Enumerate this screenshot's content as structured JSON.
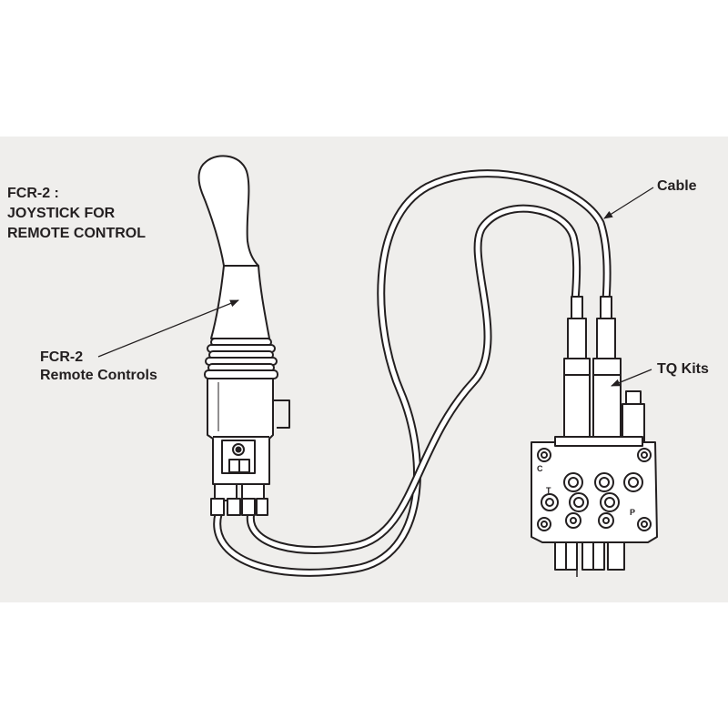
{
  "title": {
    "line1": "FCR-2 :",
    "line2": "JOYSTICK FOR",
    "line3": "REMOTE CONTROL"
  },
  "labels": {
    "remote_line1": "FCR-2",
    "remote_line2": "Remote Controls",
    "cable": "Cable",
    "tq_kits": "TQ Kits"
  },
  "port_letters": {
    "c": "C",
    "t": "T",
    "p": "P"
  },
  "colors": {
    "panel": "#efeeec",
    "ink": "#231f20",
    "fill": "#ffffff"
  }
}
